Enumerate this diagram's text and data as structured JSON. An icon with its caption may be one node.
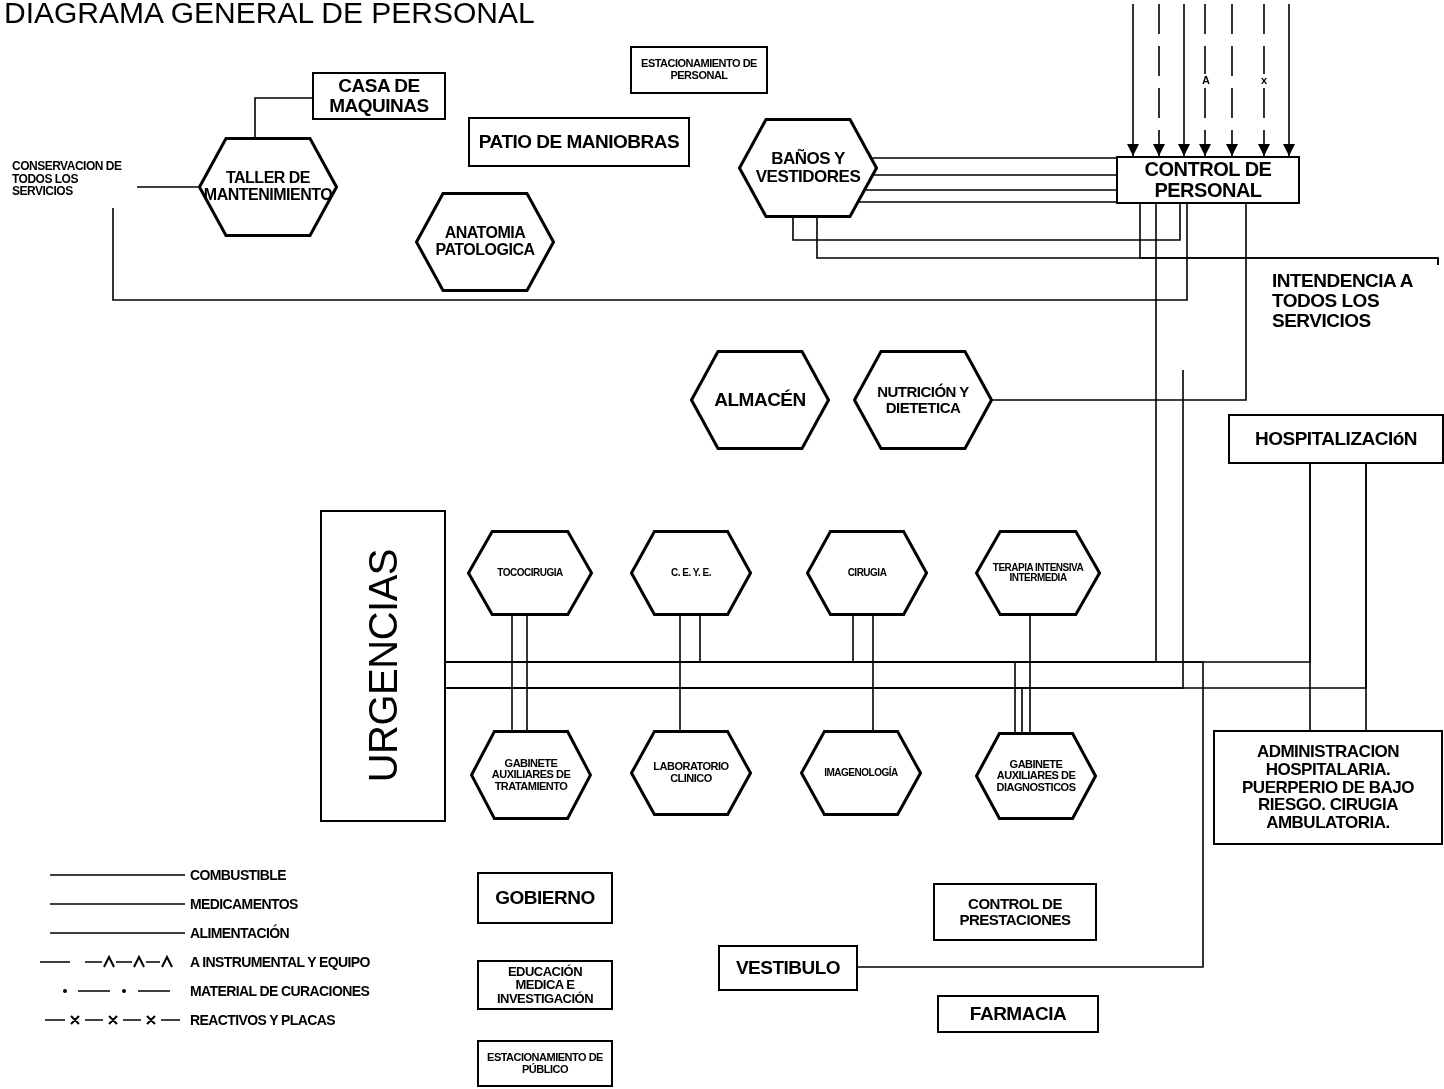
{
  "diagram": {
    "title": "DIAGRAMA GENERAL DE PERSONAL",
    "nodes": [
      {
        "text": [
          "CASA DE MAQUINAS"
        ]
      },
      {
        "text": [
          "ESTACIONAMIENTO DE PERSONAL"
        ]
      },
      {
        "text": [
          "CONSERVACION DE TODOS LOS SERVICIOS"
        ]
      },
      {
        "text": [
          "TALLER DE MANTENIMIENTO"
        ]
      },
      {
        "text": [
          "PATIO DE MANIOBRAS"
        ]
      },
      {
        "text": [
          "BAÑOS Y VESTIDORES"
        ]
      },
      {
        "text": [
          "CONTROL DE PERSONAL"
        ]
      },
      {
        "text": [
          "ANATOMIA PATOLOGICA"
        ]
      },
      {
        "text": [
          "INTENDENCIA A TODOS LOS SERVICIOS"
        ]
      },
      {
        "text": [
          "ALMACÉN"
        ]
      },
      {
        "text": [
          "NUTRICIÓN Y DIETETICA"
        ]
      },
      {
        "text": [
          "HOSPITALIZACIóN"
        ]
      },
      {
        "text": [
          "URGENCIAS"
        ]
      },
      {
        "text": [
          "TOCOCIRUGIA"
        ]
      },
      {
        "text": [
          "C. E. Y. E."
        ]
      },
      {
        "text": [
          "CIRUGIA"
        ]
      },
      {
        "text": [
          "TERAPIA INTENSIVA INTERMEDIA"
        ]
      },
      {
        "text": [
          "GABINETE AUXILIARES DE TRATAMIENTO"
        ]
      },
      {
        "text": [
          "LABORATORIO CLINICO"
        ]
      },
      {
        "text": [
          "IMAGENOLOGÍA"
        ]
      },
      {
        "text": [
          "GABINETE AUXILIARES DE DIAGNOSTICOS"
        ]
      },
      {
        "text": [
          "ADMINISTRACION HOSPITALARIA. PUERPERIO DE BAJO RIESGO. CIRUGIA AMBULATORIA."
        ]
      },
      {
        "text": [
          "GOBIERNO"
        ]
      },
      {
        "text": [
          "CONTROL DE PRESTACIONES"
        ]
      },
      {
        "text": [
          "VESTIBULO"
        ]
      },
      {
        "text": [
          "FARMACIA"
        ]
      },
      {
        "text": [
          "EDUCACIÓN MEDICA E INVESTIGACIÓN"
        ]
      },
      {
        "text": [
          "ESTACIONAMIENTO DE PÚBLICO"
        ]
      }
    ],
    "edges": [
      {
        "from": 3,
        "to": 0,
        "arrow": "none"
      },
      {
        "from": 2,
        "to": 3,
        "arrow": "none"
      },
      {
        "from": 2,
        "to": 6,
        "arrow": "none"
      },
      {
        "from": 5,
        "to": 6,
        "arrow": "none"
      },
      {
        "from": 5,
        "to": 6,
        "arrow": "none"
      },
      {
        "from": 5,
        "to": 6,
        "arrow": "none"
      },
      {
        "from": 5,
        "to": 6,
        "arrow": "none"
      },
      {
        "from": 5,
        "to": 6,
        "arrow": "none"
      },
      {
        "from": 5,
        "to": 8,
        "arrow": "none"
      },
      {
        "from": 6,
        "to": 8,
        "arrow": "none"
      },
      {
        "from": 10,
        "to": 6,
        "arrow": "none"
      },
      {
        "from": null,
        "to": 6,
        "arrow": "to"
      },
      {
        "from": null,
        "to": 6,
        "arrow": "to",
        "style": "dashed"
      },
      {
        "from": null,
        "to": 6,
        "arrow": "to"
      },
      {
        "from": null,
        "to": 6,
        "arrow": "to",
        "style": "dashed",
        "label": "A"
      },
      {
        "from": null,
        "to": 6,
        "arrow": "to",
        "style": "dashed"
      },
      {
        "from": null,
        "to": 6,
        "arrow": "to",
        "style": "dashed",
        "label": "x"
      },
      {
        "from": null,
        "to": 6,
        "arrow": "to"
      },
      {
        "from": 6,
        "to": 12,
        "arrow": "none"
      },
      {
        "from": null,
        "to": 12,
        "arrow": "none"
      },
      {
        "from": 12,
        "to": 11,
        "arrow": "none"
      },
      {
        "from": 12,
        "to": 11,
        "arrow": "none"
      },
      {
        "from": 13,
        "to": 17,
        "arrow": "none"
      },
      {
        "from": 13,
        "to": 17,
        "arrow": "none"
      },
      {
        "from": 14,
        "to": 18,
        "arrow": "none"
      },
      {
        "from": 14,
        "to": 12,
        "arrow": "none"
      },
      {
        "from": 15,
        "to": 12,
        "arrow": "none"
      },
      {
        "from": 15,
        "to": 19,
        "arrow": "none"
      },
      {
        "from": 16,
        "to": 20,
        "arrow": "none"
      },
      {
        "from": 12,
        "to": 20,
        "arrow": "none"
      },
      {
        "from": 12,
        "to": 20,
        "arrow": "none"
      },
      {
        "from": 11,
        "to": 21,
        "arrow": "none"
      },
      {
        "from": 11,
        "to": 21,
        "arrow": "none"
      },
      {
        "from": 24,
        "to": 12,
        "arrow": "none"
      }
    ],
    "legend": [
      {
        "text": "COMBUSTIBLE"
      },
      {
        "text": "MEDICAMENTOS"
      },
      {
        "text": "ALIMENTACIÓN"
      },
      {
        "text": "A INSTRUMENTAL Y EQUIPO"
      },
      {
        "text": "MATERIAL DE CURACIONES"
      },
      {
        "text": "REACTIVOS Y PLACAS"
      }
    ]
  }
}
